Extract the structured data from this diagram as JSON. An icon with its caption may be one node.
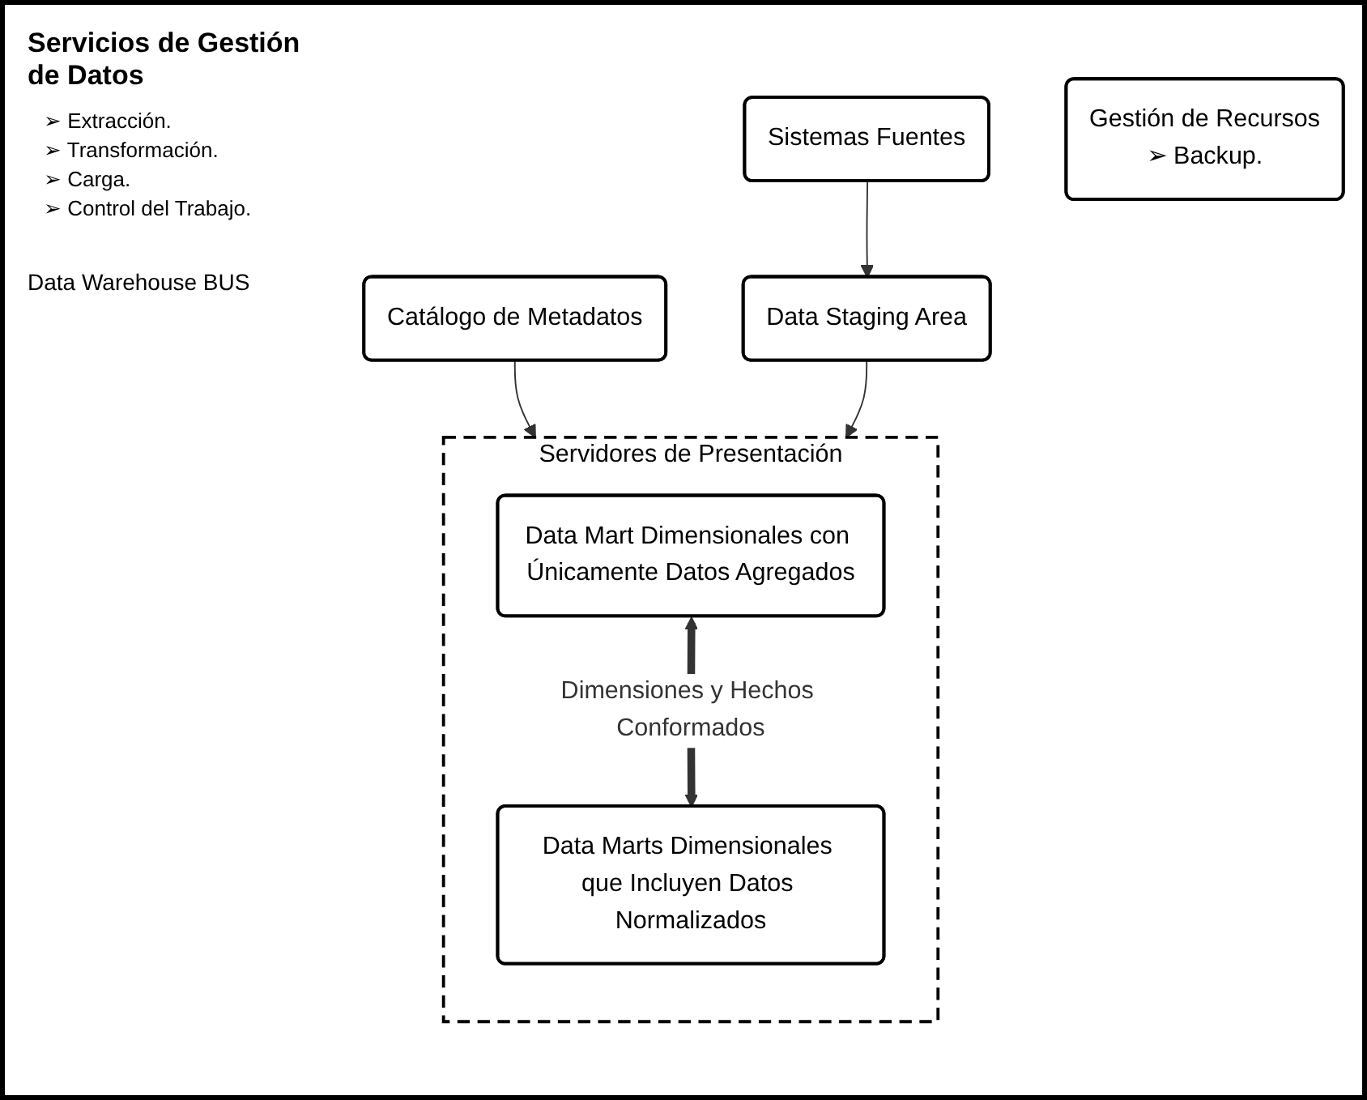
{
  "diagram": {
    "nodes": [
      {
        "text": [
          "Sistemas Fuentes"
        ]
      },
      {
        "text": [
          "Catálogo de Metadatos"
        ]
      },
      {
        "text": [
          "Data Staging Area"
        ]
      },
      {
        "text": [
          "Servidores de Presentación"
        ]
      },
      {
        "text": [
          "Data Mart Dimensionales con Únicamente Datos Agregados"
        ],
        "in": 3
      },
      {
        "text": [
          "Data Marts Dimensionales que Incluyen Datos Normalizados"
        ],
        "in": 3
      },
      {
        "text": [
          "Gestión de Recursos",
          "➢ Backup."
        ]
      }
    ],
    "edges": [
      {
        "from": 0,
        "to": 2,
        "arrow": "to"
      },
      {
        "from": 1,
        "to": 3,
        "arrow": "to"
      },
      {
        "from": 2,
        "to": 3,
        "arrow": "to"
      },
      {
        "from": 4,
        "to": 5,
        "arrow": "both",
        "label": "Dimensiones y Hechos Conformados",
        "style": "thick"
      }
    ],
    "labels": [
      "Servicios de Gestión de Datos",
      "➢ Extracción.",
      "➢ Transformación.",
      "➢ Carga.",
      "➢ Control del Trabajo.",
      "Data Warehouse BUS"
    ]
  }
}
